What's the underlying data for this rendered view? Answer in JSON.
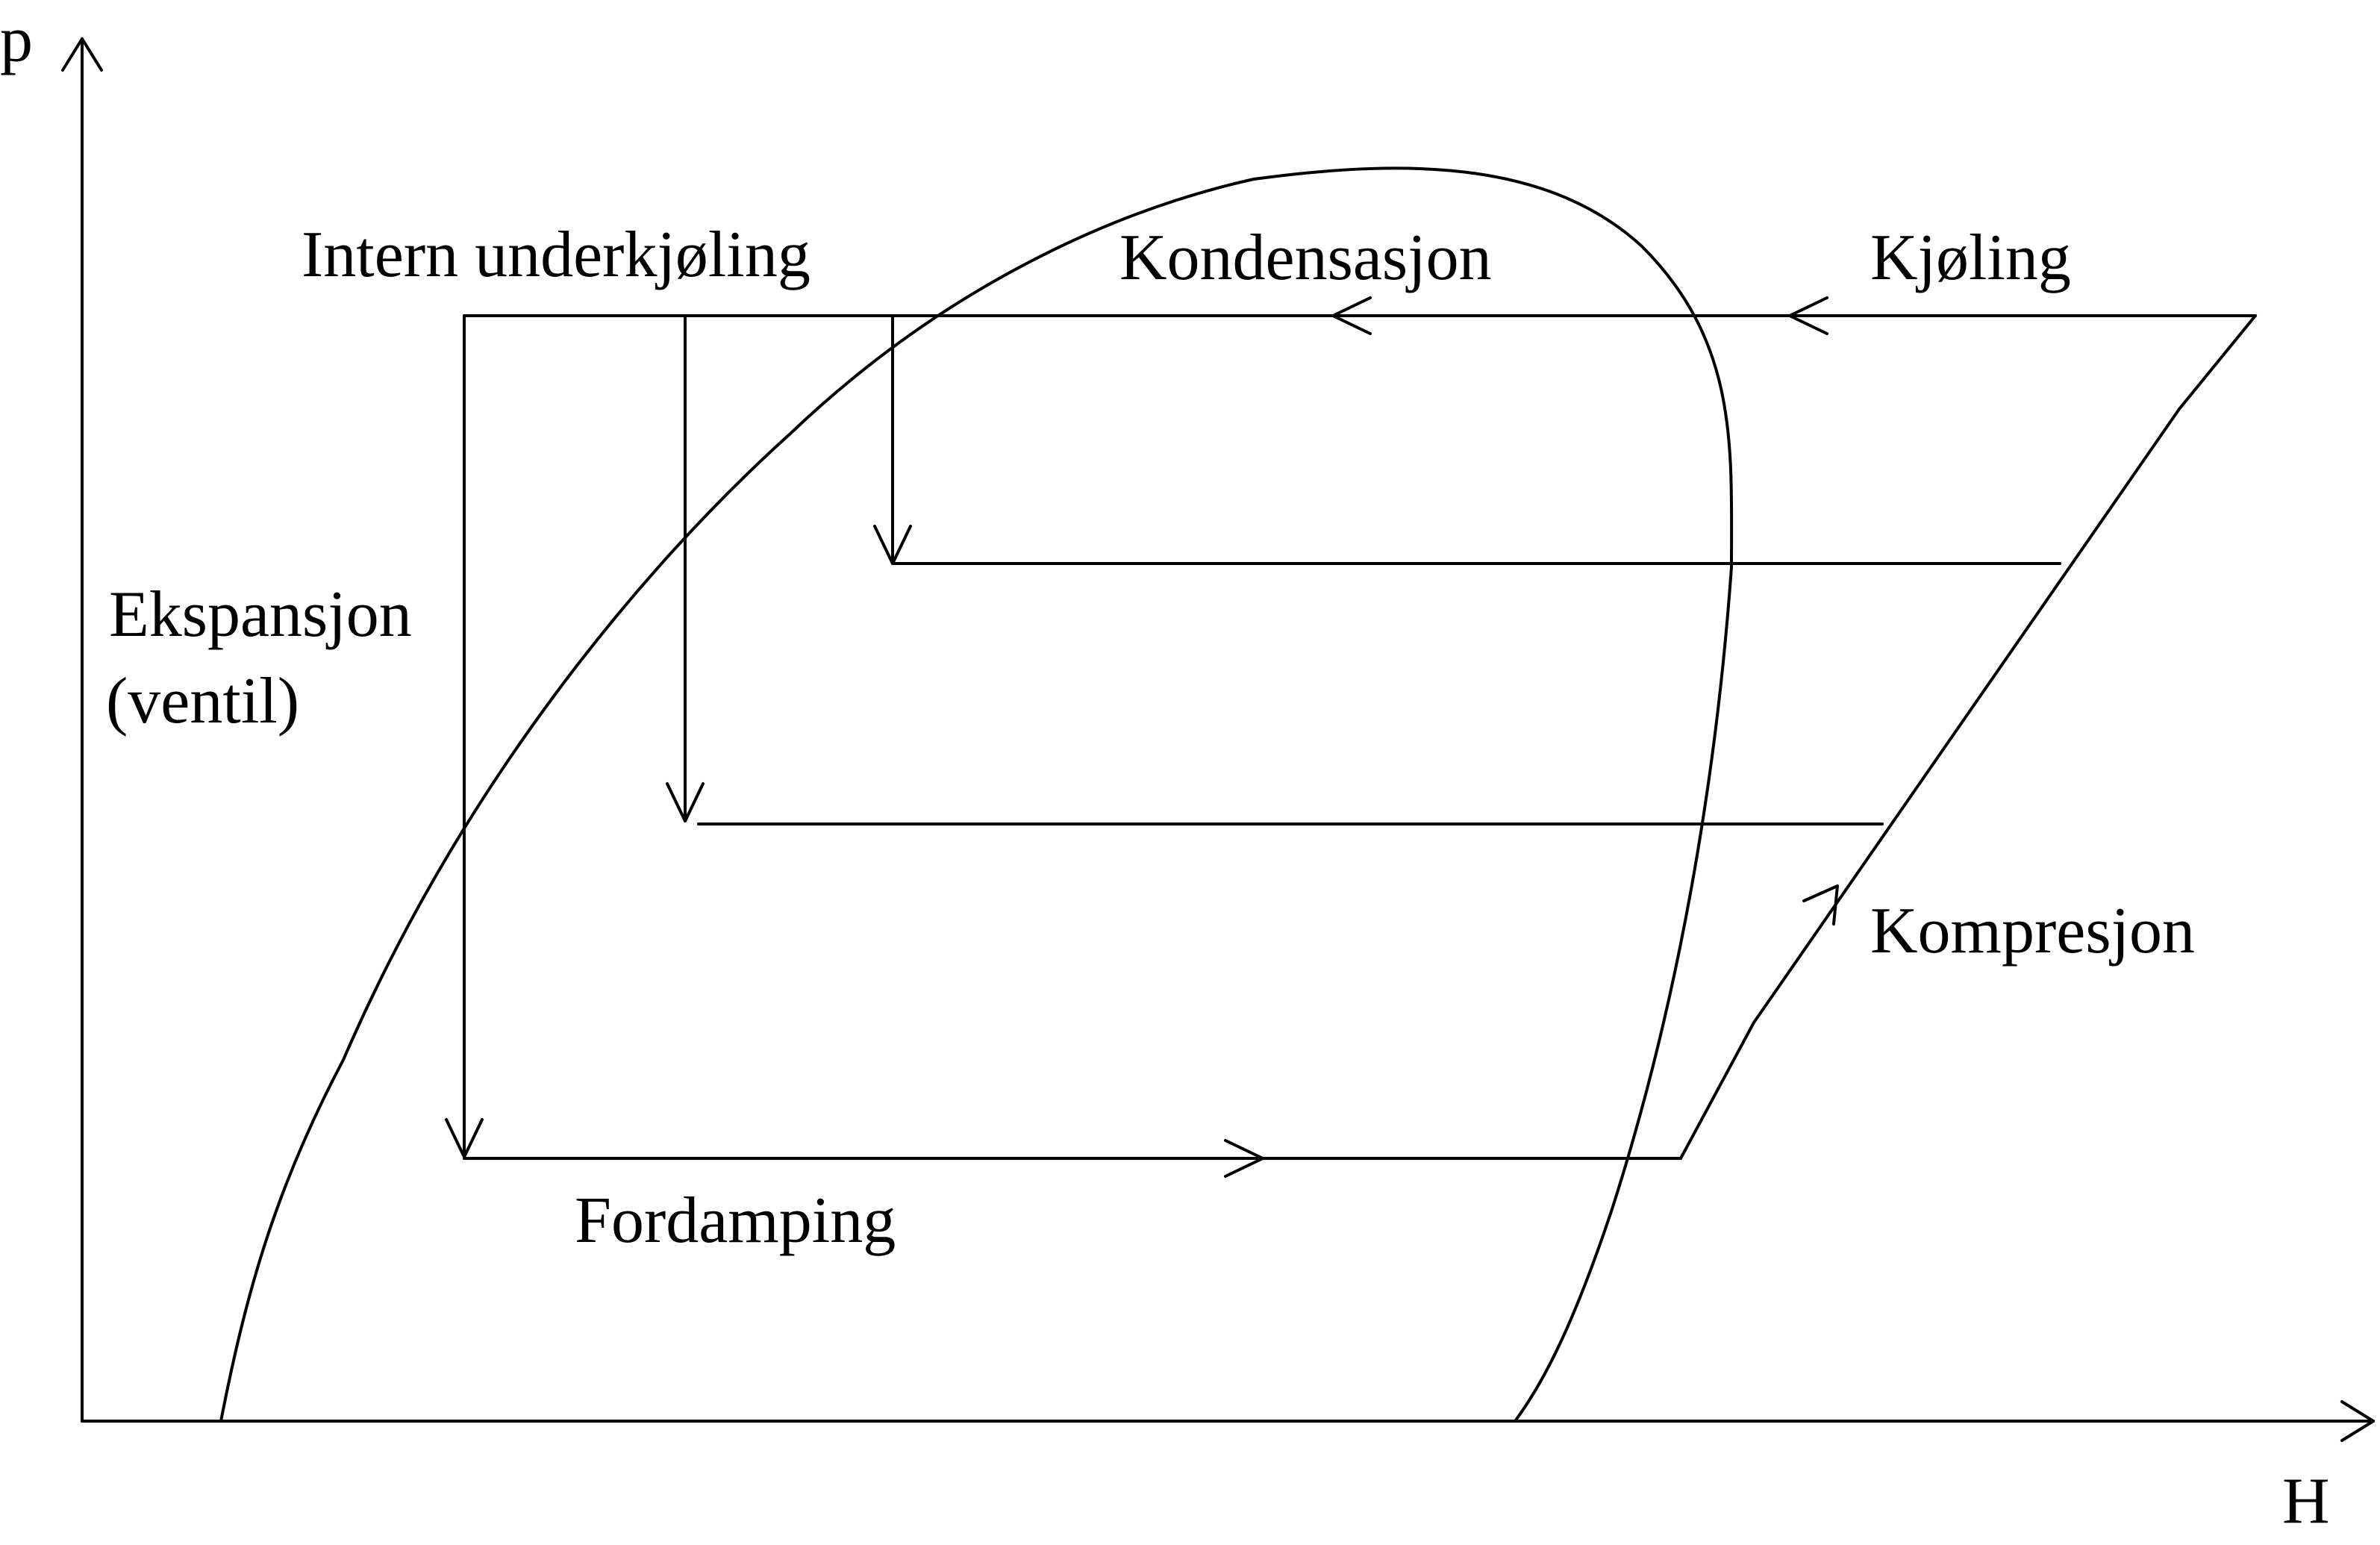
{
  "axes": {
    "y_label": "p",
    "x_label": "H"
  },
  "labels": {
    "internal_subcooling": "Intern underkjøling",
    "condensation": "Kondensasjon",
    "cooling": "Kjøling",
    "expansion_line1": "Ekspansjon",
    "expansion_line2": "(ventil)",
    "compression": "Kompresjon",
    "evaporation": "Fordamping"
  }
}
